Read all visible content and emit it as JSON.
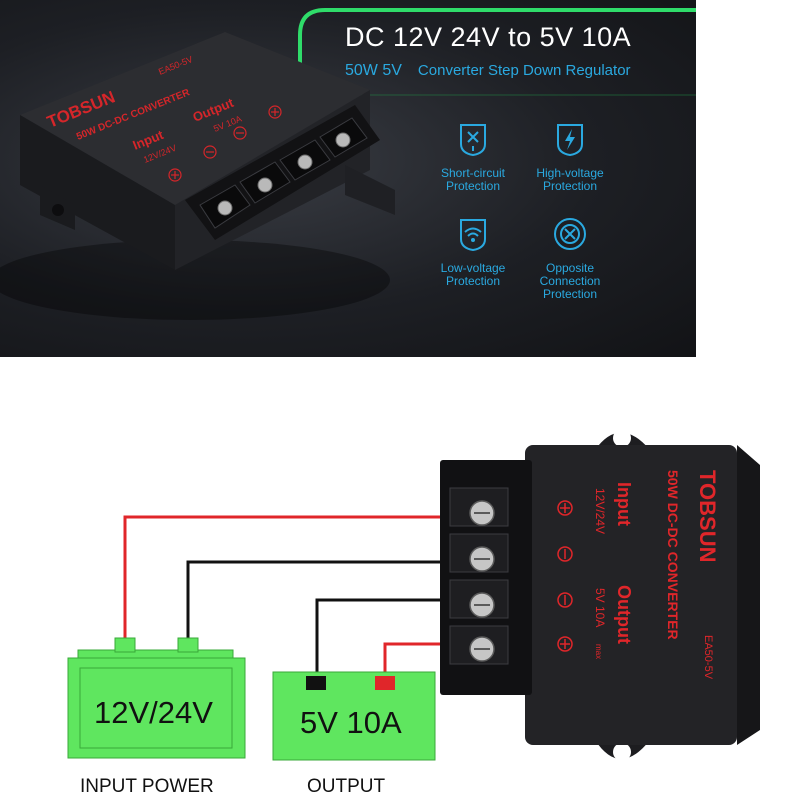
{
  "banner": {
    "headline": "DC 12V 24V to 5V 10A",
    "subtitle_power": "50W 5V",
    "subtitle_desc": "Converter Step Down Regulator",
    "features": [
      {
        "label_lines": [
          "Short-circuit",
          "Protection"
        ],
        "icon": "short-circuit-icon"
      },
      {
        "label_lines": [
          "High-voltage",
          "Protection"
        ],
        "icon": "lightning-icon"
      },
      {
        "label_lines": [
          "Low-voltage",
          "Protection"
        ],
        "icon": "wifi-low-icon"
      },
      {
        "label_lines": [
          "Opposite",
          "Connection",
          "Protection"
        ],
        "icon": "cross-circle-icon"
      }
    ]
  },
  "device": {
    "brand": "TOBSUN",
    "model": "EA50-5V",
    "type": "50W DC-DC CONVERTER",
    "input_label": "Input",
    "input_value": "12V/24V",
    "output_label": "Output",
    "output_value": "5V 10A",
    "output_max": "max"
  },
  "diagram": {
    "input_battery": "12V/24V",
    "output_battery": "5V 10A",
    "input_caption": "INPUT POWER",
    "output_caption": "OUTPUT"
  },
  "colors": {
    "accent_blue": "#2aa9e0",
    "accent_green": "#2fdc6a",
    "device_red": "#e0262a",
    "battery_green": "#5fe65f",
    "wire_red": "#e0262a",
    "wire_black": "#111111"
  }
}
